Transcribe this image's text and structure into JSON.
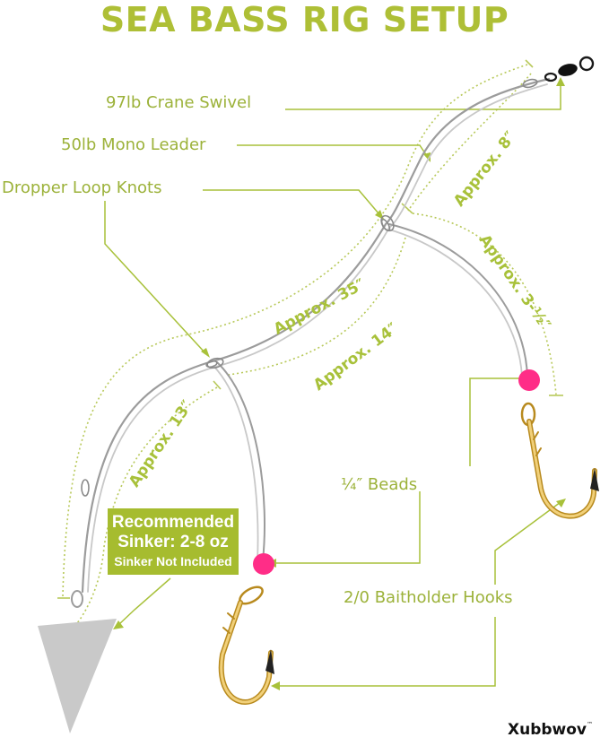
{
  "title": "SEA BASS RIG SETUP",
  "labels": {
    "swivel": "97lb Crane Swivel",
    "leader": "50lb Mono Leader",
    "dropper": "Dropper Loop Knots",
    "beads": "¼″ Beads",
    "hooks": "2/0 Baitholder Hooks"
  },
  "dimensions": {
    "d8": "Approx. 8″",
    "d35": "Approx. 35″",
    "d3half": "Approx. 3-½″",
    "d14": "Approx. 14″",
    "d13": "Approx. 13″"
  },
  "sinker": {
    "line1": "Recommended",
    "line2": "Sinker: 2-8 oz",
    "line3": "Sinker Not Included"
  },
  "brand": {
    "name": "Xubbwov",
    "mark": "™"
  },
  "colors": {
    "accent": "#aebf36",
    "line": "#a9a9a9",
    "bead": "#ff2d87",
    "hook": "#e0b84a",
    "sinker": "#c9c9c9"
  }
}
